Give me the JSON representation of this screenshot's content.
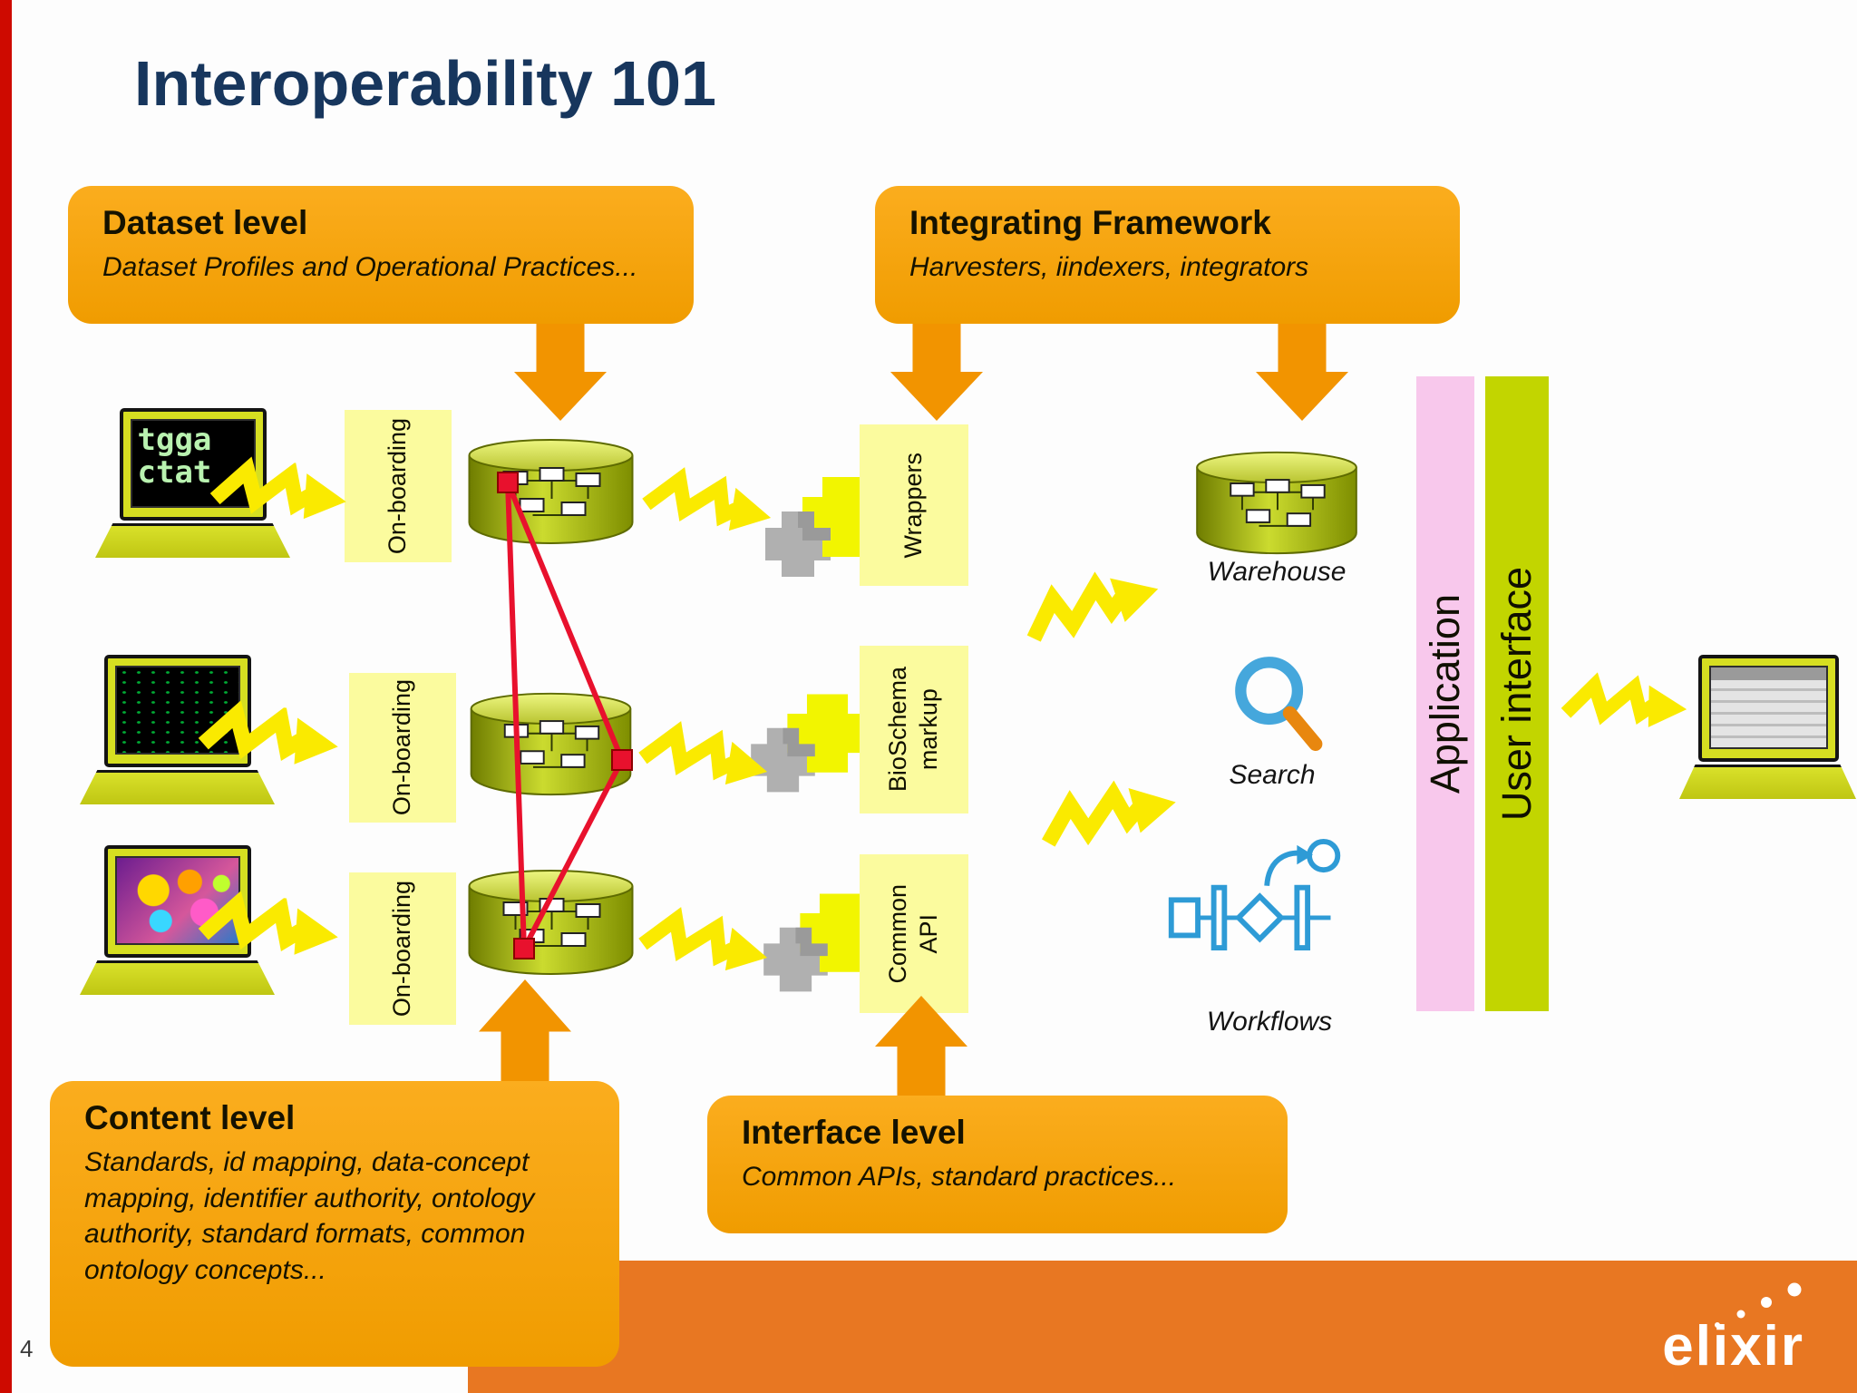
{
  "slide": {
    "title": "Interoperability 101",
    "page_number": "4",
    "logo_text": "elixir"
  },
  "callouts": {
    "dataset": {
      "title": "Dataset level",
      "body": "Dataset Profiles and Operational Practices..."
    },
    "integrating": {
      "title": "Integrating Framework",
      "body": "Harvesters, iindexers, integrators"
    },
    "content": {
      "title": "Content level",
      "body": "Standards, id mapping, data-concept mapping, identifier authority, ontology authority, standard formats, common ontology concepts..."
    },
    "interface": {
      "title": "Interface level",
      "body": "Common APIs, standard practices..."
    }
  },
  "pipeline": {
    "onboarding": "On-boarding",
    "wrappers": "Wrappers",
    "bioschema": "BioSchema\nmarkup",
    "common_api": "Common\nAPI"
  },
  "framework": {
    "warehouse_label": "Warehouse",
    "search_label": "Search",
    "workflows_label": "Workflows"
  },
  "bars": {
    "application": "Application",
    "user_interface": "User interface"
  },
  "screens": {
    "terminal_text": "tgga\nctat"
  },
  "colors": {
    "title_blue": "#17365D",
    "callout_orange": "#F5A300",
    "arrow_orange": "#F29400",
    "band_orange": "#E87722",
    "strip_red": "#CE0A00",
    "pale_yellow": "#FBFB9E",
    "bolt_yellow": "#FAEA00",
    "db_olive": "#8A9A00",
    "pink_bar": "#F8C8EC",
    "green_bar": "#C2D500",
    "network_red": "#E8112D",
    "workflow_blue": "#2E9BD6"
  }
}
